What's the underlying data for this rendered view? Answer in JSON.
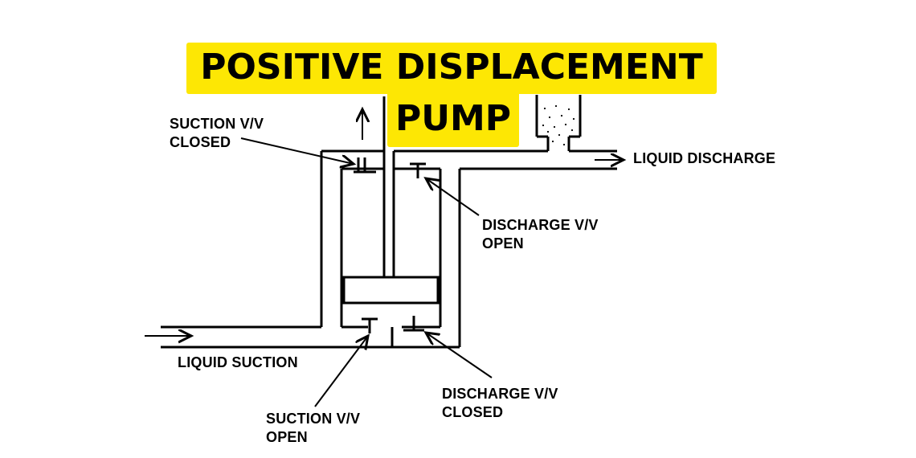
{
  "title": {
    "line1": "POSITIVE DISPLACEMENT",
    "line2": "PUMP"
  },
  "labels": {
    "suction_valve_top": "SUCTION V/V\nCLOSED",
    "discharge_valve_top": "DISCHARGE V/V\nOPEN",
    "liquid_discharge": "LIQUID DISCHARGE",
    "liquid_suction": "LIQUID SUCTION",
    "suction_valve_bottom": "SUCTION V/V\nOPEN",
    "discharge_valve_bottom": "DISCHARGE V/V\nCLOSED"
  },
  "colors": {
    "title_highlight": "#fde704",
    "line": "#000000"
  }
}
